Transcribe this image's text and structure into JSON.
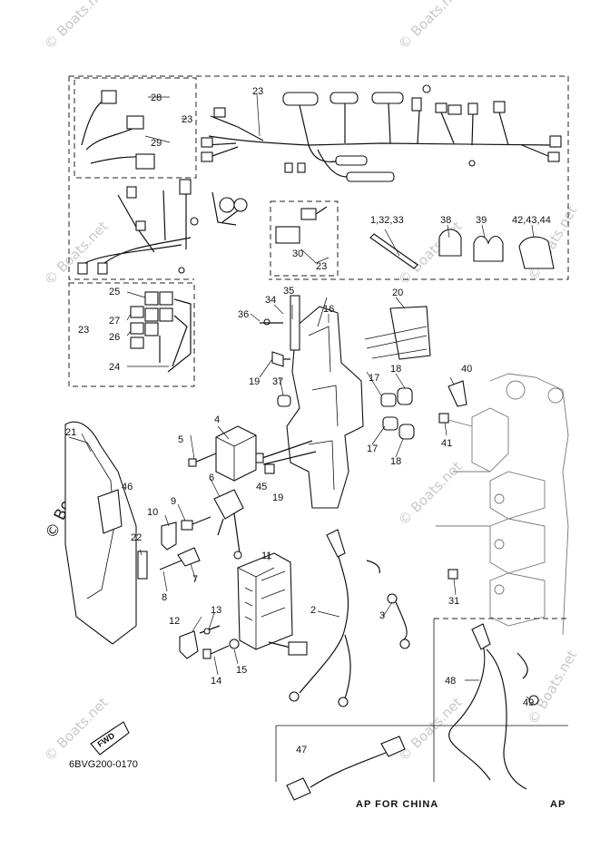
{
  "watermarks": [
    "© Boats.net",
    "© Boats.net",
    "© Boats.net",
    "© Boats.net",
    "© Boats.net",
    "© Boats.net",
    "© Boats.net",
    "© Boats.net",
    "© Boats.net",
    "© Boats.net"
  ],
  "part_labels": {
    "p1": "1,32,33",
    "p2": "2",
    "p3": "3",
    "p4": "4",
    "p5": "5",
    "p6": "6",
    "p7": "7",
    "p8": "8",
    "p9": "9",
    "p10": "10",
    "p11": "11",
    "p12": "12",
    "p13": "13",
    "p14": "14",
    "p15": "15",
    "p16": "16",
    "p17a": "17",
    "p17b": "17",
    "p18a": "18",
    "p18b": "18",
    "p19a": "19",
    "p19b": "19",
    "p20": "20",
    "p21": "21",
    "p22": "22",
    "p23a": "23",
    "p23b": "23",
    "p23c": "23",
    "p23d": "23",
    "p24": "24",
    "p25": "25",
    "p26": "26",
    "p27": "27",
    "p28": "28",
    "p29": "29",
    "p30": "30",
    "p31": "31",
    "p34": "34",
    "p35": "35",
    "p36": "36",
    "p37": "37",
    "p38": "38",
    "p39": "39",
    "p40": "40",
    "p41": "41",
    "p42": "42,43,44",
    "p45": "45",
    "p46": "46",
    "p47": "47",
    "p48": "48",
    "p49": "49"
  },
  "fwd_label": "FWD",
  "drawing_code": "6BVG200-0170",
  "caption_left": "AP FOR CHINA",
  "caption_right": "AP"
}
